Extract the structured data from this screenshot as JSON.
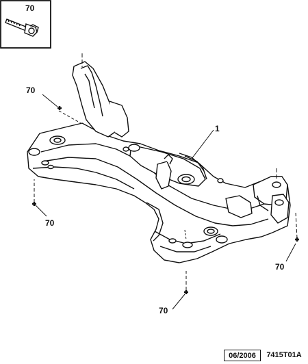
{
  "callouts": {
    "bolt_inset": "70",
    "frame": "1",
    "mount_upper_left": "70",
    "mount_lower_left": "70",
    "mount_front_right": "70",
    "mount_bottom_center": "70"
  },
  "footer": {
    "date": "06/2006",
    "reference": "7415T01A"
  }
}
